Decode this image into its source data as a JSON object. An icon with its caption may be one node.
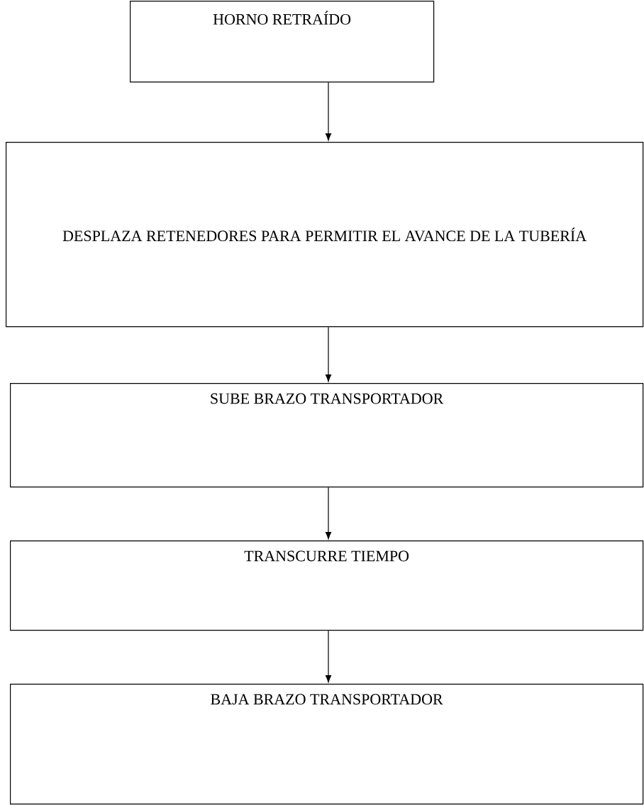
{
  "diagram": {
    "nodes": [
      {
        "text": [
          "HORNO RETRAÍDO"
        ]
      },
      {
        "text": [
          "DESPLAZA RETENEDORES PARA PERMITIR EL AVANCE DE LA TUBERÍA"
        ]
      },
      {
        "text": [
          "SUBE BRAZO TRANSPORTADOR"
        ]
      },
      {
        "text": [
          "TRANSCURRE TIEMPO"
        ]
      },
      {
        "text": [
          "BAJA BRAZO TRANSPORTADOR"
        ]
      }
    ],
    "edges": [
      {
        "from": 0,
        "to": 1,
        "arrow": "to"
      },
      {
        "from": 1,
        "to": 2,
        "arrow": "to"
      },
      {
        "from": 2,
        "to": 3,
        "arrow": "to"
      },
      {
        "from": 3,
        "to": 4,
        "arrow": "to"
      }
    ]
  }
}
